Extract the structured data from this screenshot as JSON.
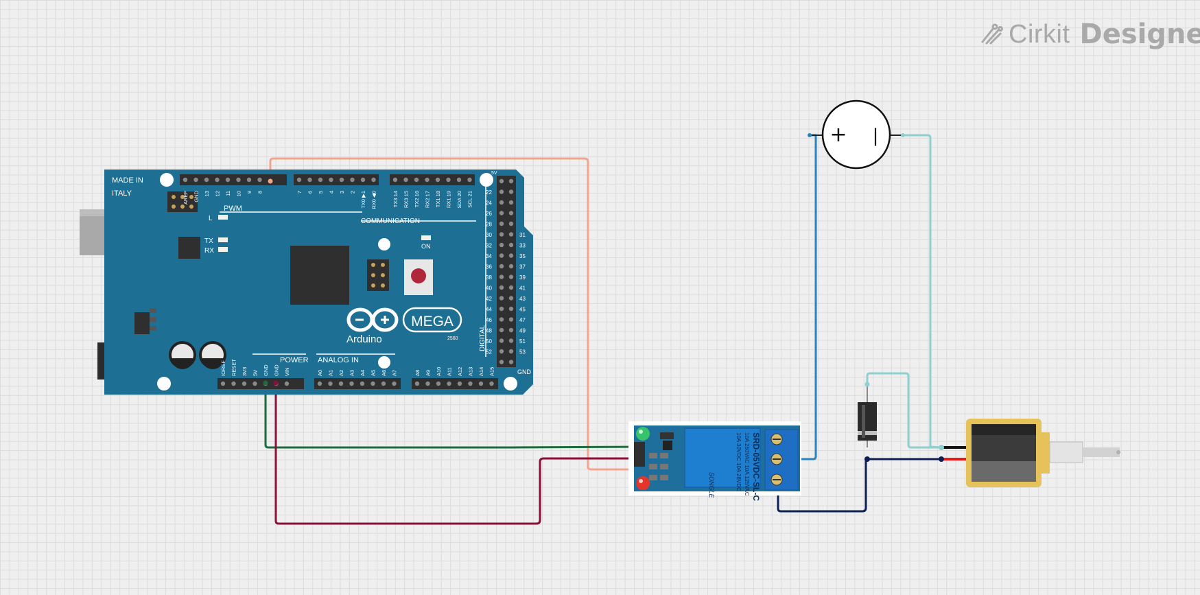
{
  "brand": {
    "name": "Cirkit",
    "sub": "Designer"
  },
  "arduino": {
    "made_in": "MADE IN",
    "italy": "ITALY",
    "pwm": "PWM",
    "communication": "COMMUNICATION",
    "led_l": "L",
    "led_tx": "TX",
    "led_rx": "RX",
    "led_on": "ON",
    "logo": "MEGA",
    "logo_brand": "Arduino",
    "logo_model": "2560",
    "power": "POWER",
    "analog_in": "ANALOG IN",
    "digital": "DIGITAL",
    "gnd": "GND",
    "five_v": "5V",
    "top_digital_pins": [
      "AREF",
      "GND",
      "13",
      "12",
      "11",
      "10",
      "9",
      "8"
    ],
    "top_digital_pins_2": [
      "7",
      "6",
      "5",
      "4",
      "3",
      "2",
      "TX0 ▶1",
      "RX0 ◀0"
    ],
    "comm_pins": [
      "TX3 14",
      "RX3 15",
      "TX2 16",
      "RX2 17",
      "TX1 18",
      "RX1 19",
      "SDA 20",
      "SCL 21"
    ],
    "power_pins": [
      "IOREF",
      "RESET",
      "3V3",
      "5V",
      "GND",
      "GND",
      "VIN"
    ],
    "analog_pins_1": [
      "A0",
      "A1",
      "A2",
      "A3",
      "A4",
      "A5",
      "A6",
      "A7"
    ],
    "analog_pins_2": [
      "A8",
      "A9",
      "A10",
      "A11",
      "A12",
      "A13",
      "A14",
      "A15"
    ],
    "right_pins_even": [
      "22",
      "24",
      "26",
      "28",
      "30",
      "32",
      "34",
      "36",
      "38",
      "40",
      "42",
      "44",
      "46",
      "48",
      "50",
      "52"
    ],
    "right_pins_odd": [
      "31",
      "33",
      "35",
      "37",
      "39",
      "41",
      "43",
      "45",
      "47",
      "49",
      "51",
      "53"
    ]
  },
  "relay": {
    "model": "SRD-05VDC-SL-C",
    "rating_1": "10A 250VAC  10A 125VAC",
    "rating_2": "10A 30VDC  10A 28VDC",
    "maker": "SONGLE"
  },
  "battery": {
    "plus": "+",
    "minus": "|"
  },
  "wire_colors": {
    "signal": "#f4a48c",
    "vcc": "#1e6b3c",
    "gnd": "#8b0f3a",
    "supply_pos": "#2a82c0",
    "supply_neg": "#8fcfcf",
    "load": "#0e1f56"
  }
}
